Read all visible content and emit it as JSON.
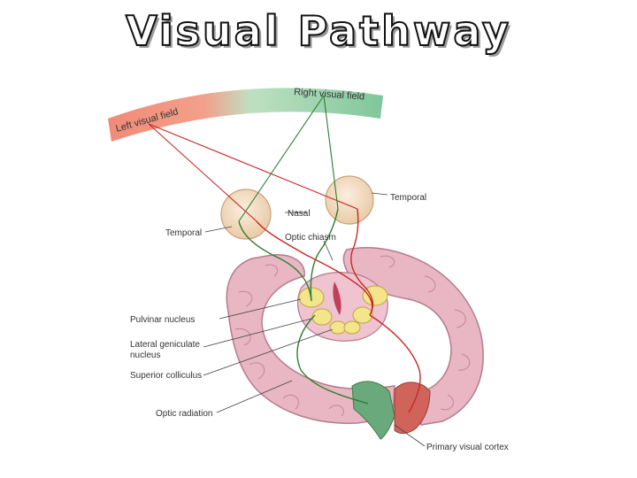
{
  "title": "Visual Pathway",
  "labels": {
    "left_visual_field": "Left visual field",
    "right_visual_field": "Right visual field",
    "temporal_right": "Temporal",
    "nasal": "Nasal",
    "temporal_left": "Temporal",
    "optic_chiasm": "Optic chiasm",
    "pulvinar_nucleus": "Pulvinar nucleus",
    "lateral_geniculate_1": "Lateral geniculate",
    "lateral_geniculate_2": "nucleus",
    "superior_colliculus": "Superior colliculus",
    "optic_radiation": "Optic radiation",
    "primary_visual_cortex": "Primary visual cortex"
  },
  "colors": {
    "left_field": "#f08a78",
    "right_field": "#7fc79a",
    "left_pathway": "#c62828",
    "right_pathway": "#2e7d32",
    "brain": "#e8b7c3",
    "eye": "#f3dcc3",
    "nucleus": "#f2e58a"
  }
}
